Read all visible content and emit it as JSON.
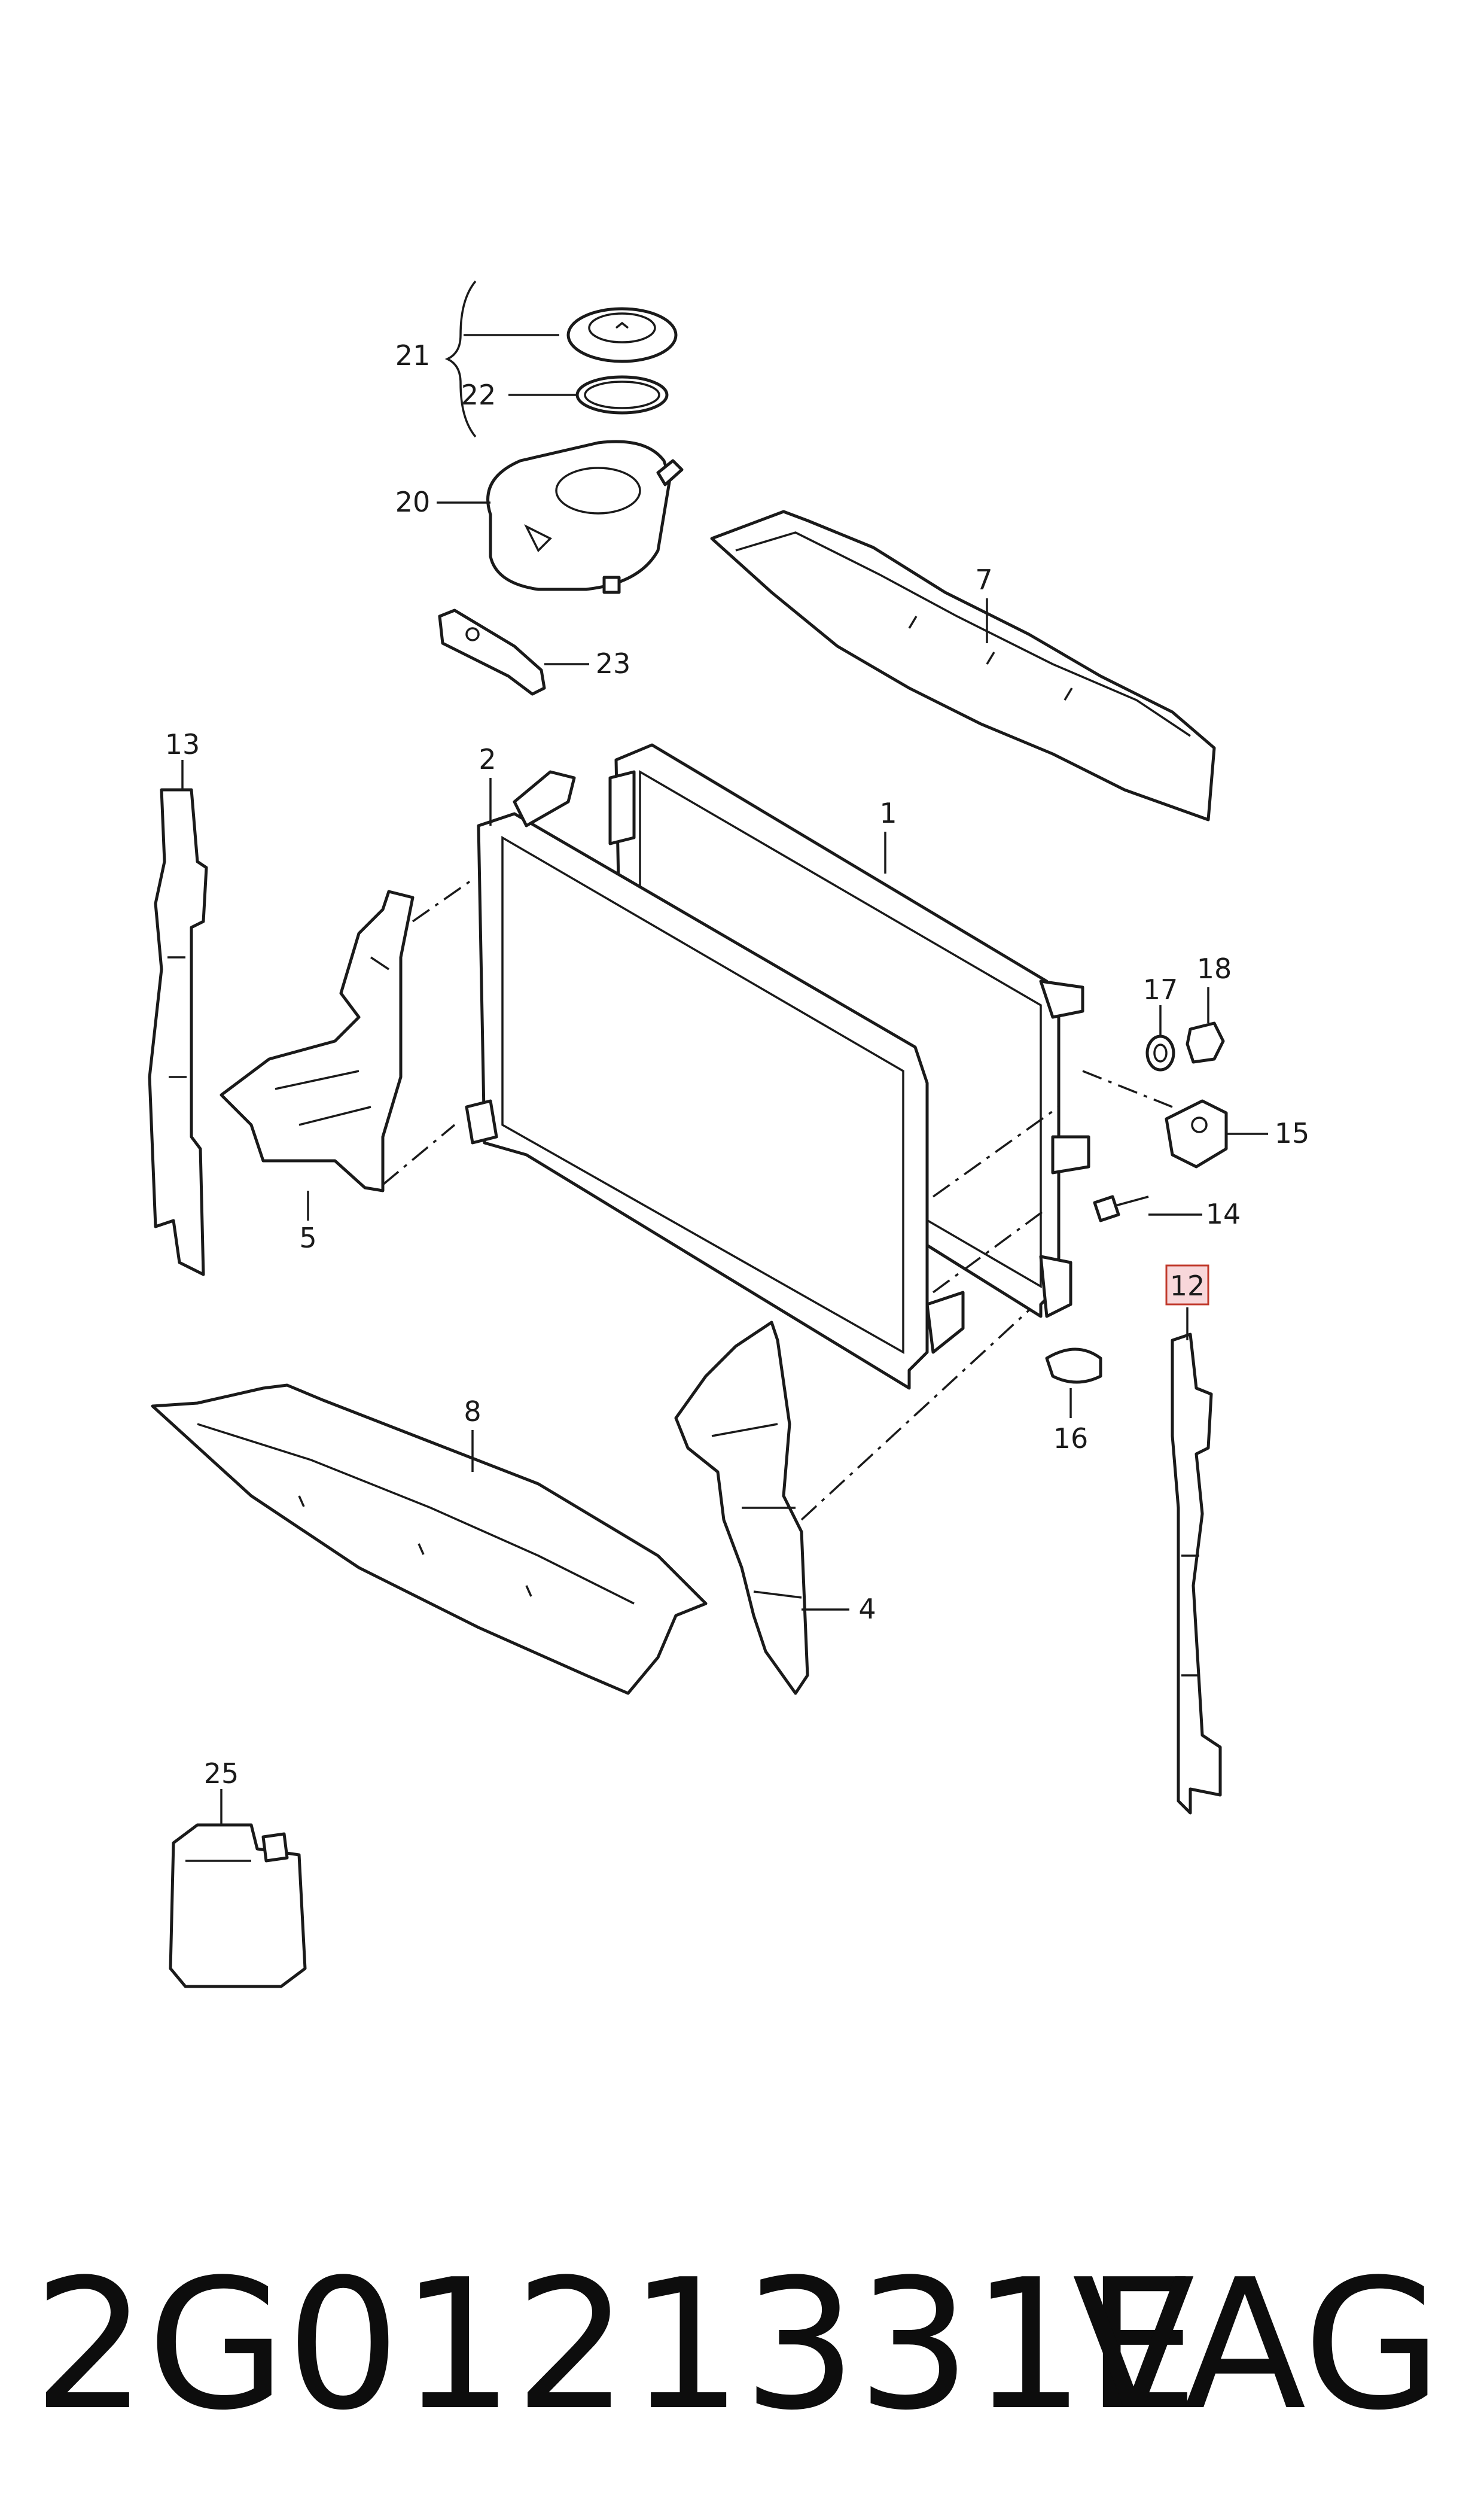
{
  "callouts": {
    "c1": "1",
    "c2": "2",
    "c4": "4",
    "c5": "5",
    "c7": "7",
    "c8": "8",
    "c12": "12",
    "c13": "13",
    "c14": "14",
    "c15": "15",
    "c16": "16",
    "c17": "17",
    "c18": "18",
    "c20": "20",
    "c21": "21",
    "c22": "22",
    "c23": "23",
    "c25": "25"
  },
  "highlighted_callout": "12",
  "colors": {
    "highlight_fill": "#f8d7da",
    "highlight_stroke": "#c0392b",
    "line": "#1a1a1a"
  },
  "footer": {
    "part_number": "2G0121331E",
    "brand": "VAG"
  }
}
